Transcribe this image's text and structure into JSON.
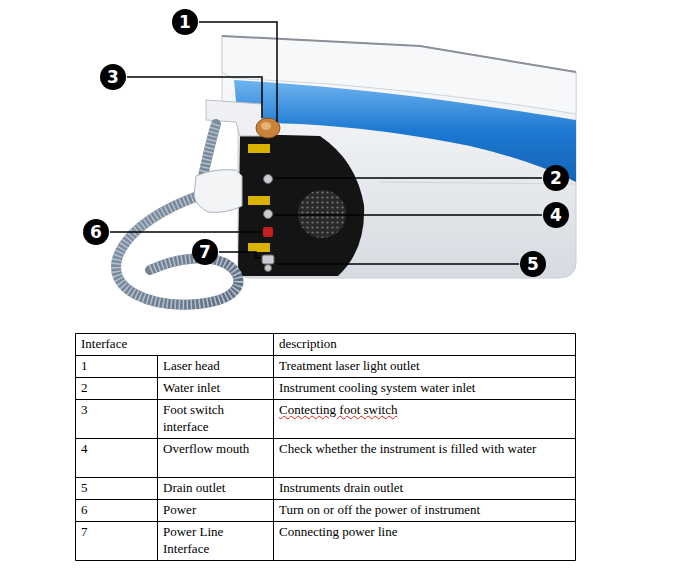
{
  "diagram": {
    "nodes": [
      {
        "text": [
          "1"
        ]
      },
      {
        "text": [
          "3"
        ]
      },
      {
        "text": [
          "2"
        ]
      },
      {
        "text": [
          "4"
        ]
      },
      {
        "text": [
          "6"
        ]
      },
      {
        "text": [
          "7"
        ]
      },
      {
        "text": [
          "5"
        ]
      }
    ],
    "labels": [
      "Interface",
      "description",
      "1",
      "Laser head",
      "Treatment laser light outlet",
      "2",
      "Water inlet",
      "Instrument cooling system water inlet",
      "3",
      "Foot switch interface",
      "Contecting foot switch",
      "4",
      "Overflow mouth",
      "Check whether the instrument is filled with water",
      "5",
      "Drain outlet",
      "Instruments drain outlet",
      "6",
      "Power",
      "Turn on or off the power of instrument",
      "7",
      "Power Line Interface",
      "Connecting power line"
    ]
  }
}
